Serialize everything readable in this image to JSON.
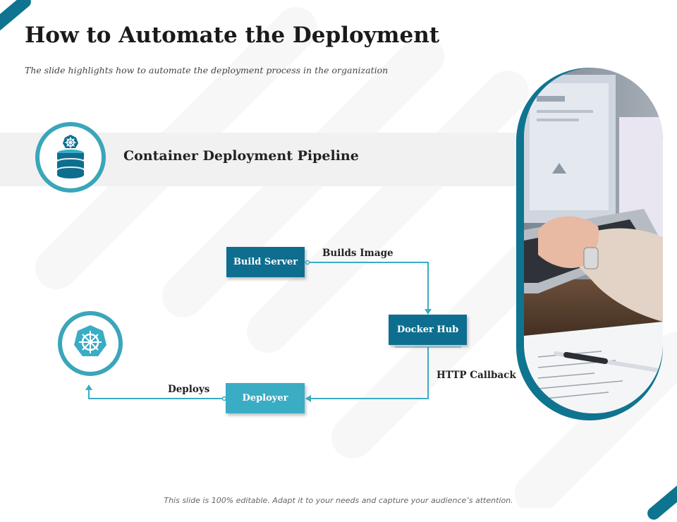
{
  "slide": {
    "title": "How to Automate the Deployment",
    "subtitle": "The slide highlights how to automate the deployment process in the organization",
    "section_title": "Container Deployment  Pipeline",
    "footer": "This slide is 100% editable. Adapt it to your needs and capture your audience’s attention."
  },
  "flow": {
    "nodes": {
      "build_server": "Build Server",
      "docker_hub": "Docker Hub",
      "deployer": "Deployer"
    },
    "edges": {
      "builds_image": "Builds Image",
      "http_callback": "HTTP Callback",
      "deploys": "Deploys"
    }
  },
  "icons": {
    "top_badge": "database-with-helm-icon",
    "bottom_badge": "kubernetes-helm-icon",
    "photo": "laptop-desk-photo"
  },
  "colors": {
    "accent_dark": "#0e6e8f",
    "accent_light": "#3aacc4",
    "ring": "#3aa6b9",
    "banner_bg": "#f1f1f1"
  }
}
